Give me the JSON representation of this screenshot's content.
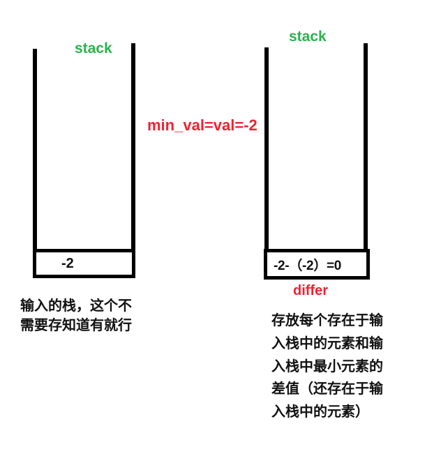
{
  "diagram": {
    "title_hidden": "",
    "colors": {
      "stack_label": "#2bb24c",
      "annotation": "#ee2233",
      "outline": "#000000",
      "text": "#111111",
      "background": "#ffffff"
    },
    "left_stack": {
      "label": "stack",
      "cell_value": "-2",
      "caption_lines": [
        "输入的栈，这个不",
        "需要存知道有就行"
      ]
    },
    "right_stack": {
      "label": "stack",
      "cell_value": "-2-（-2）=0",
      "name_label": "differ",
      "caption_lines": [
        "存放每个存在于输",
        "入栈中的元素和输",
        "入栈中最小元素的",
        "差值（还存在于输",
        "入栈中的元素）"
      ]
    },
    "annotation": {
      "text": "min_val=val=-2"
    }
  }
}
